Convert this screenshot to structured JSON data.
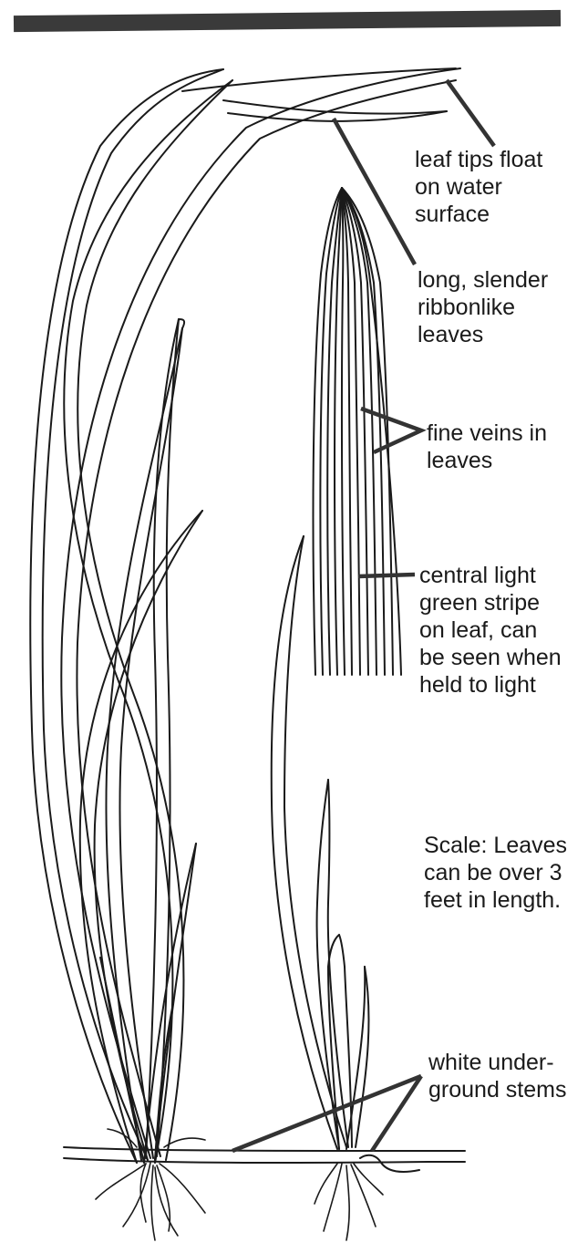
{
  "labels": {
    "leaf_tips": "leaf tips float\non water\nsurface",
    "ribbon_leaves": "long, slender\nribbonlike\nleaves",
    "fine_veins": "fine veins in\nleaves",
    "central_stripe": "central light\ngreen stripe\non leaf, can\nbe seen when\nheld to light",
    "scale": "Scale: Leaves\ncan be over 3\nfeet in length.",
    "stems": "white under-\nground stems"
  },
  "colors": {
    "ink": "#1a1a1a",
    "header_bar": "#3a3a3a",
    "background": "#ffffff"
  }
}
